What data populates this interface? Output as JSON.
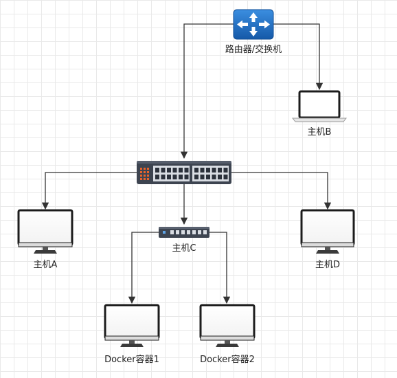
{
  "diagram": {
    "nodes": {
      "router": {
        "label": "路由器/交换机",
        "icon": "router-icon"
      },
      "main_switch": {
        "icon": "network-switch-icon"
      },
      "host_a": {
        "label": "主机A",
        "icon": "monitor-icon"
      },
      "host_b": {
        "label": "主机B",
        "icon": "laptop-icon"
      },
      "host_c": {
        "label": "主机C",
        "icon": "mini-switch-icon"
      },
      "host_d": {
        "label": "主机D",
        "icon": "monitor-icon"
      },
      "docker1": {
        "label": "Docker容器1",
        "icon": "monitor-icon"
      },
      "docker2": {
        "label": "Docker容器2",
        "icon": "monitor-icon"
      }
    },
    "edges": [
      {
        "from": "router",
        "to": "main_switch"
      },
      {
        "from": "router",
        "to": "host_b"
      },
      {
        "from": "main_switch",
        "to": "host_a"
      },
      {
        "from": "main_switch",
        "to": "host_c"
      },
      {
        "from": "main_switch",
        "to": "host_d"
      },
      {
        "from": "host_c",
        "to": "docker1"
      },
      {
        "from": "host_c",
        "to": "docker2"
      }
    ],
    "colors": {
      "router": "#1f6fc5",
      "switch_body": "#3d4450",
      "port_orange": "#e8632a",
      "screen_border": "#1c1c1c",
      "edge": "#333333"
    }
  }
}
